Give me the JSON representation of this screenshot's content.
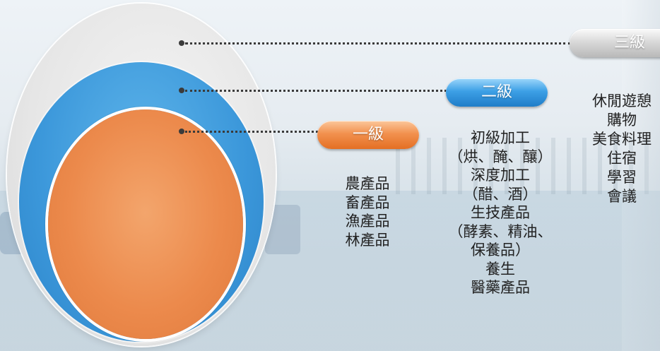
{
  "levels": [
    {
      "label": "一級",
      "items": [
        "農產品",
        "畜產品",
        "漁產品",
        "林產品"
      ]
    },
    {
      "label": "二級",
      "items": [
        "初級加工",
        "（烘、醃、釀）",
        "深度加工",
        "（醋、酒）",
        "生技產品",
        "（酵素、精油、",
        "保養品）",
        "養生",
        "醫藥產品"
      ]
    },
    {
      "label": "三級",
      "items": [
        "休閒遊憩",
        "購物",
        "美食料理",
        "住宿",
        "學習",
        "會議"
      ]
    }
  ],
  "colors": {
    "level1": "#ec8a4c",
    "level2": "#3b97da",
    "level3": "#e6e6e6",
    "text": "#222222"
  }
}
